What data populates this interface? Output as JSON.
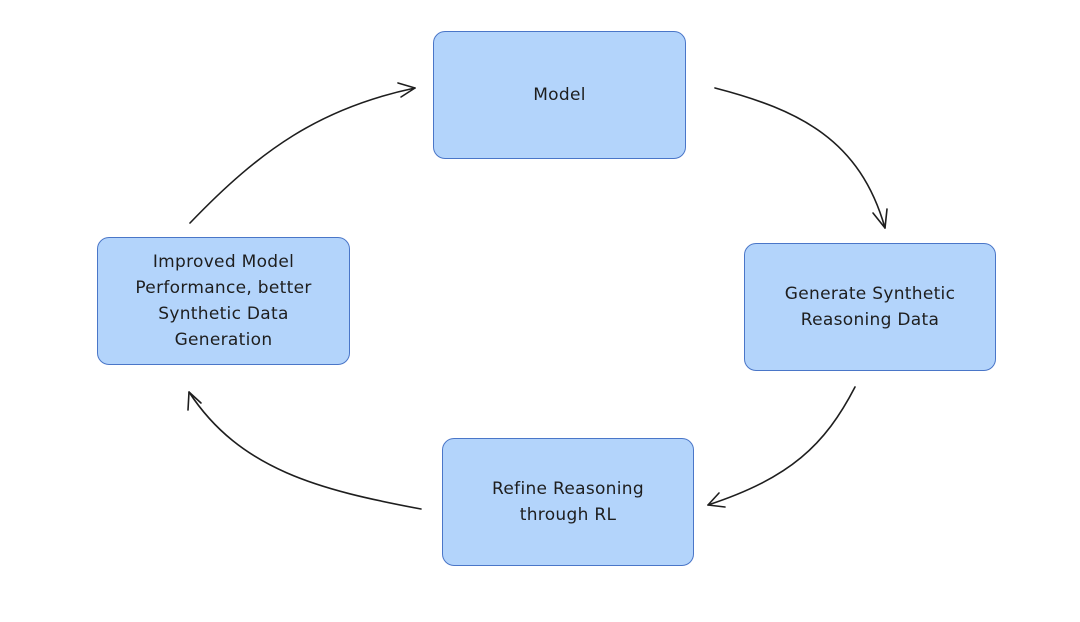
{
  "diagram": {
    "nodes": [
      {
        "id": "model",
        "label": "Model"
      },
      {
        "id": "generate",
        "label": "Generate Synthetic\nReasoning Data"
      },
      {
        "id": "refine",
        "label": "Refine Reasoning\nthrough RL"
      },
      {
        "id": "improved",
        "label": "Improved Model\nPerformance, better\nSynthetic Data\nGeneration"
      }
    ],
    "edges": [
      {
        "from": "model",
        "to": "generate"
      },
      {
        "from": "generate",
        "to": "refine"
      },
      {
        "from": "refine",
        "to": "improved"
      },
      {
        "from": "improved",
        "to": "model"
      }
    ],
    "colors": {
      "node_fill": "#b3d4fb",
      "node_border": "#4a76c8",
      "edge": "#1e1e1e",
      "text": "#1e1e1e",
      "background": "#ffffff"
    }
  }
}
